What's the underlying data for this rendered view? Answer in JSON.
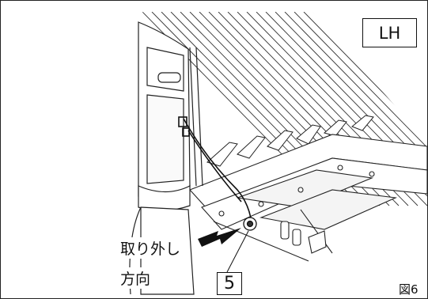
{
  "figure": {
    "view_label": "LH",
    "part_number": "5",
    "direction_line1": "取り外し",
    "direction_line2": "方向",
    "figure_number": "図6"
  },
  "colors": {
    "line": "#222222",
    "arrow": "#111111",
    "background": "#ffffff"
  }
}
